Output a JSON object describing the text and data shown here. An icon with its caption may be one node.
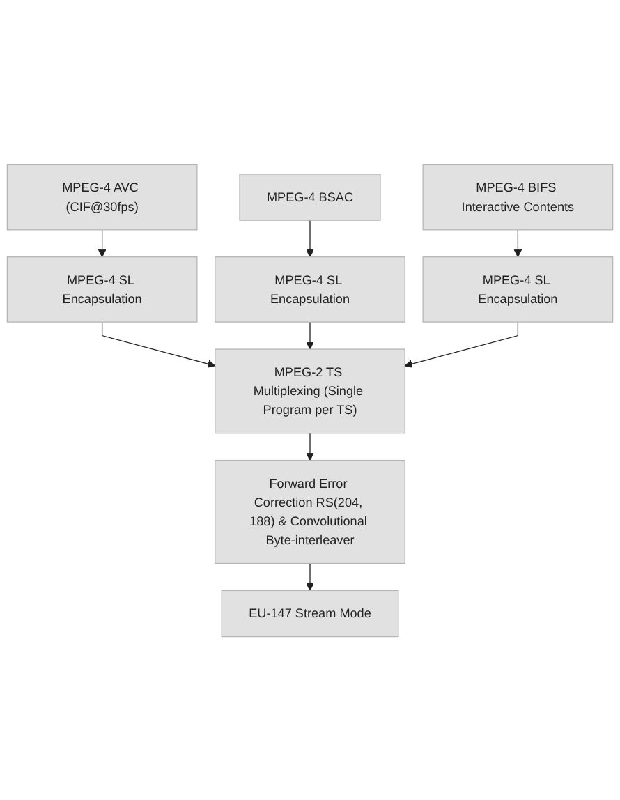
{
  "diagram": {
    "nodes": [
      {
        "text": [
          "MPEG-4 AVC (CIF@30fps)"
        ]
      },
      {
        "text": [
          "MPEG-4 BSAC"
        ]
      },
      {
        "text": [
          "MPEG-4 BIFS Interactive Contents"
        ]
      },
      {
        "text": [
          "MPEG-4 SL Encapsulation"
        ]
      },
      {
        "text": [
          "MPEG-4 SL Encapsulation"
        ]
      },
      {
        "text": [
          "MPEG-4 SL Encapsulation"
        ]
      },
      {
        "text": [
          "MPEG-2 TS Multiplexing (Single Program per TS)"
        ]
      },
      {
        "text": [
          "Forward Error Correction RS(204, 188) & Convolutional Byte-interleaver"
        ]
      },
      {
        "text": [
          "EU-147 Stream Mode"
        ]
      }
    ],
    "edges": [
      {
        "from": 0,
        "to": 3,
        "arrow": "to"
      },
      {
        "from": 1,
        "to": 4,
        "arrow": "to"
      },
      {
        "from": 2,
        "to": 5,
        "arrow": "to"
      },
      {
        "from": 3,
        "to": 6,
        "arrow": "to"
      },
      {
        "from": 4,
        "to": 6,
        "arrow": "to"
      },
      {
        "from": 5,
        "to": 6,
        "arrow": "to"
      },
      {
        "from": 6,
        "to": 7,
        "arrow": "to"
      },
      {
        "from": 7,
        "to": 8,
        "arrow": "to"
      }
    ]
  }
}
